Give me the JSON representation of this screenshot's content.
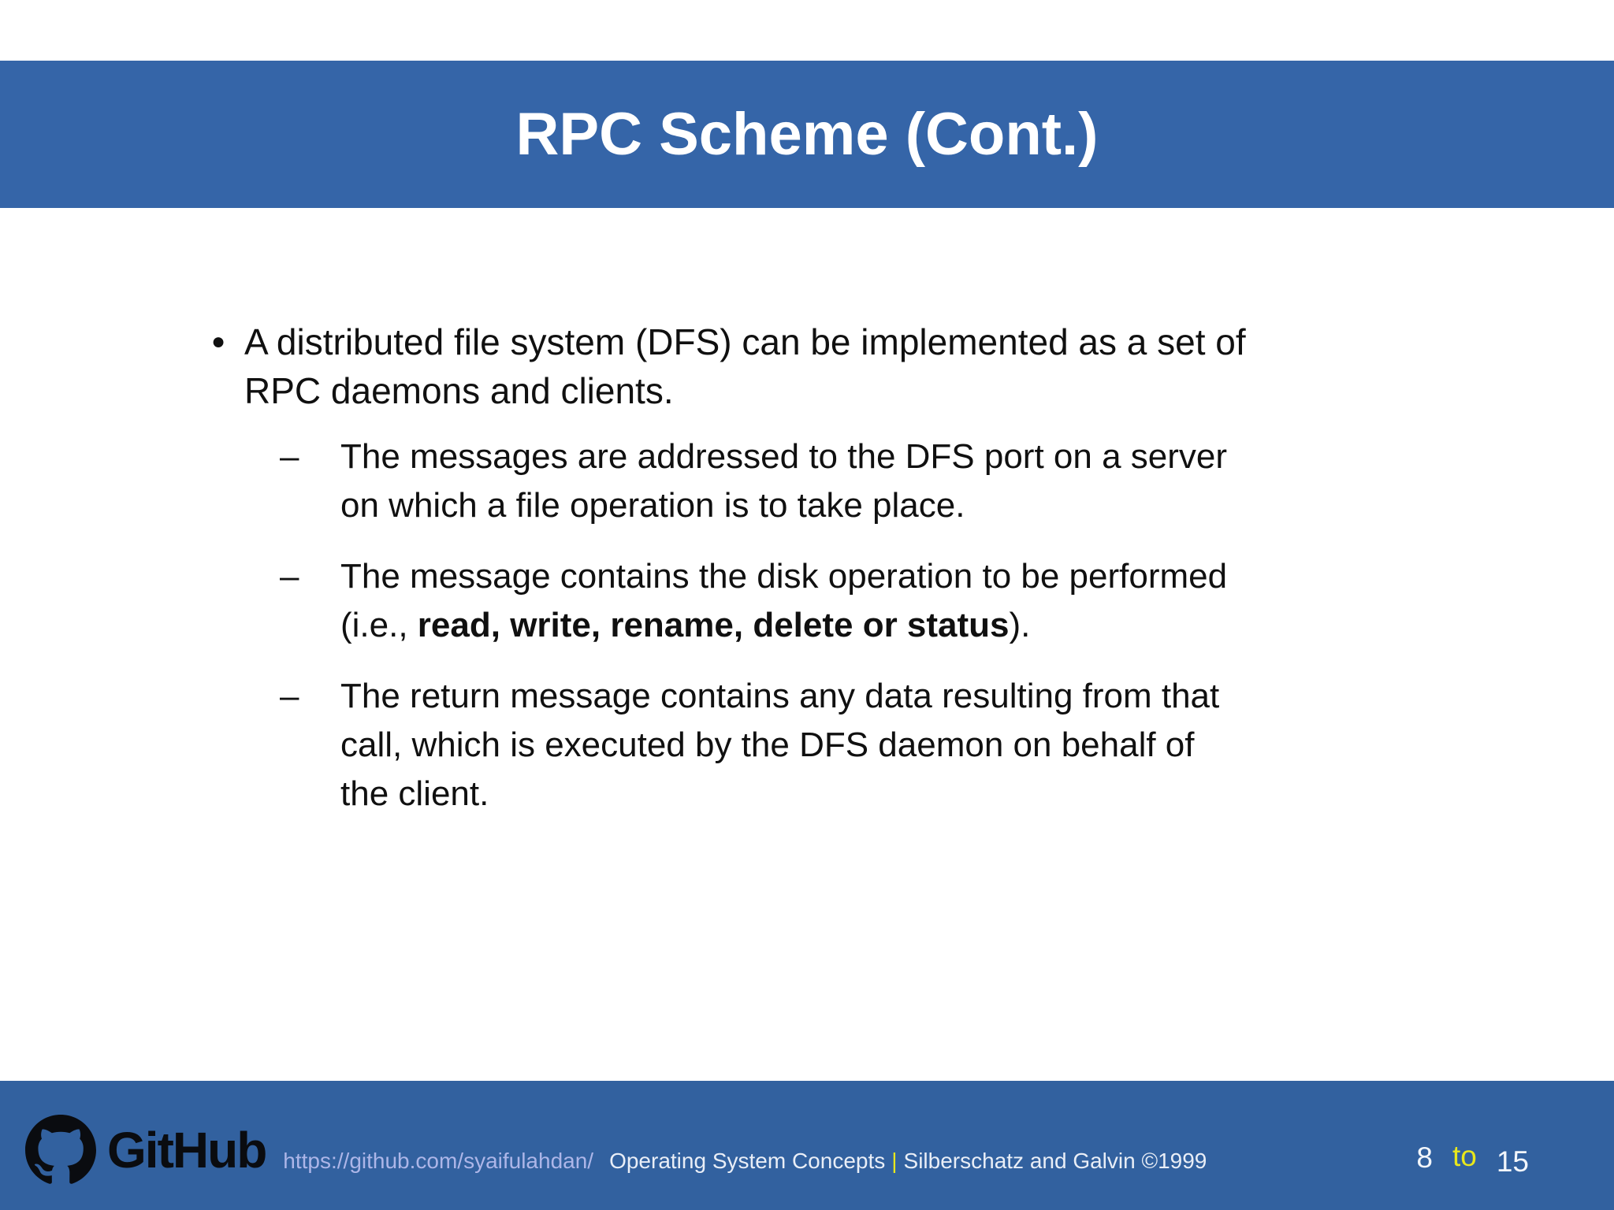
{
  "slide": {
    "title": "RPC Scheme (Cont.)",
    "markers": {
      "level1": "●",
      "level2": "–"
    },
    "bullets": {
      "main": {
        "lines": [
          "A distributed file system (DFS) can be implemented as a set of",
          "RPC daemons and clients."
        ]
      },
      "sub1": {
        "lines": [
          "The messages are addressed to the DFS port on a server",
          "on which a file operation is to take place."
        ]
      },
      "sub2": {
        "line1": "The message contains the disk operation to be performed",
        "line2_prefix": "(i.e., ",
        "line2_bold": "read, write, rename, delete or status",
        "line2_suffix": ")."
      },
      "sub3": {
        "lines": [
          "The return message contains any data resulting from that",
          "call, which is executed by the DFS daemon on behalf of",
          "the client."
        ]
      }
    }
  },
  "footer": {
    "logo_text": "GitHub",
    "url": "https://github.com/syaifulahdan/",
    "course": "Operating System Concepts",
    "separator": "|",
    "authors": "Silberschatz and Galvin ©1999",
    "page_current": "8",
    "page_connector": "to",
    "page_total": "15"
  },
  "colors": {
    "header_blue": "#3565a8",
    "footer_blue": "#32619f",
    "accent_yellow": "#e8e71c",
    "url_lavender": "#adb6e8",
    "body_text": "#101010",
    "title_text": "#ffffff"
  }
}
